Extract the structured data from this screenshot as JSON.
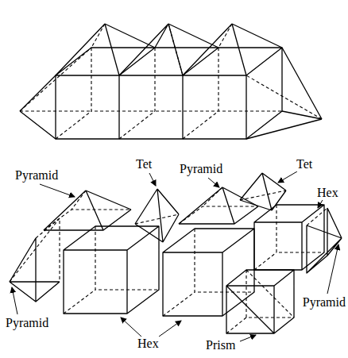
{
  "diagram": {
    "labels": [
      "Pyramid",
      "Tet",
      "Pyramid",
      "Tet",
      "Hex",
      "Pyramid",
      "Pyramid",
      "Hex",
      "Prism"
    ]
  }
}
